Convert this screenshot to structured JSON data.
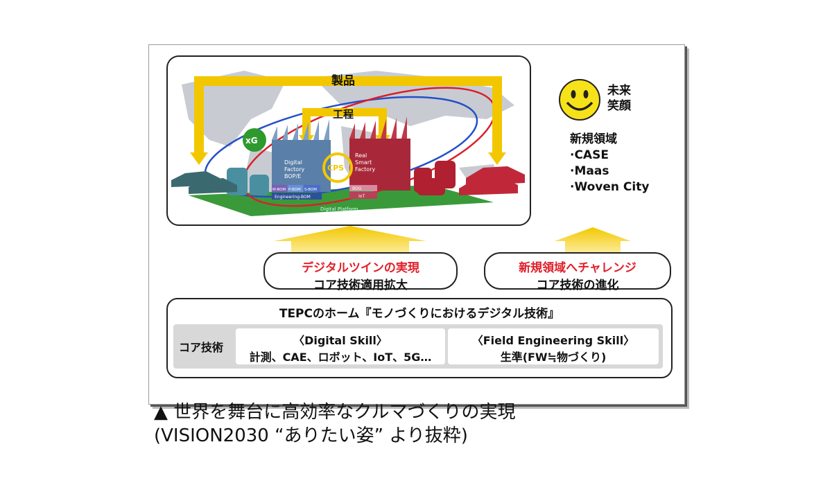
{
  "diagram": {
    "top": {
      "arrow_outer_label": "製品",
      "arrow_inner_label": "工程",
      "xg_label": "xG",
      "cps_label": "CPS",
      "digital_factory": [
        "Digital",
        "Factory",
        "BOP/E"
      ],
      "real_factory": [
        "Real",
        "Smart",
        "Factory"
      ],
      "bom_small": [
        "M-BOM",
        "P-BOM",
        "S-BOM"
      ],
      "engineering_bom": "Engineering-BOM",
      "bog_label": "BOG",
      "iot_label": "IoT",
      "platform_label": "Digital Platform"
    },
    "right": {
      "future_1": "未来",
      "future_2": "笑顔",
      "new_domain_title": "新規領域",
      "new_domain_items": [
        "·CASE",
        "·Maas",
        "·Woven City"
      ]
    },
    "pill_left": {
      "line1": "デジタルツインの実現",
      "line2": "コア技術適用拡大"
    },
    "pill_right": {
      "line1": "新規領域へチャレンジ",
      "line2": "コア技術の進化"
    },
    "home": {
      "title": "TEPCのホーム『モノづくりにおけるデジタル技術』",
      "core_label": "コア技術",
      "digital_title": "〈Digital Skill〉",
      "digital_items": "計測、CAE、ロボット、IoT、5G…",
      "field_title": "〈Field Engineering Skill〉",
      "field_items": "生準(FW≒物づくり)"
    },
    "colors": {
      "accent_red": "#e0202a",
      "arrow_yellow": "#f2c700",
      "platform_green": "#3a9a3a"
    }
  },
  "caption": {
    "line1": "▲ 世界を舞台に高効率なクルマづくりの実現",
    "line2": "(VISION2030 “ありたい姿” より抜粋)"
  }
}
